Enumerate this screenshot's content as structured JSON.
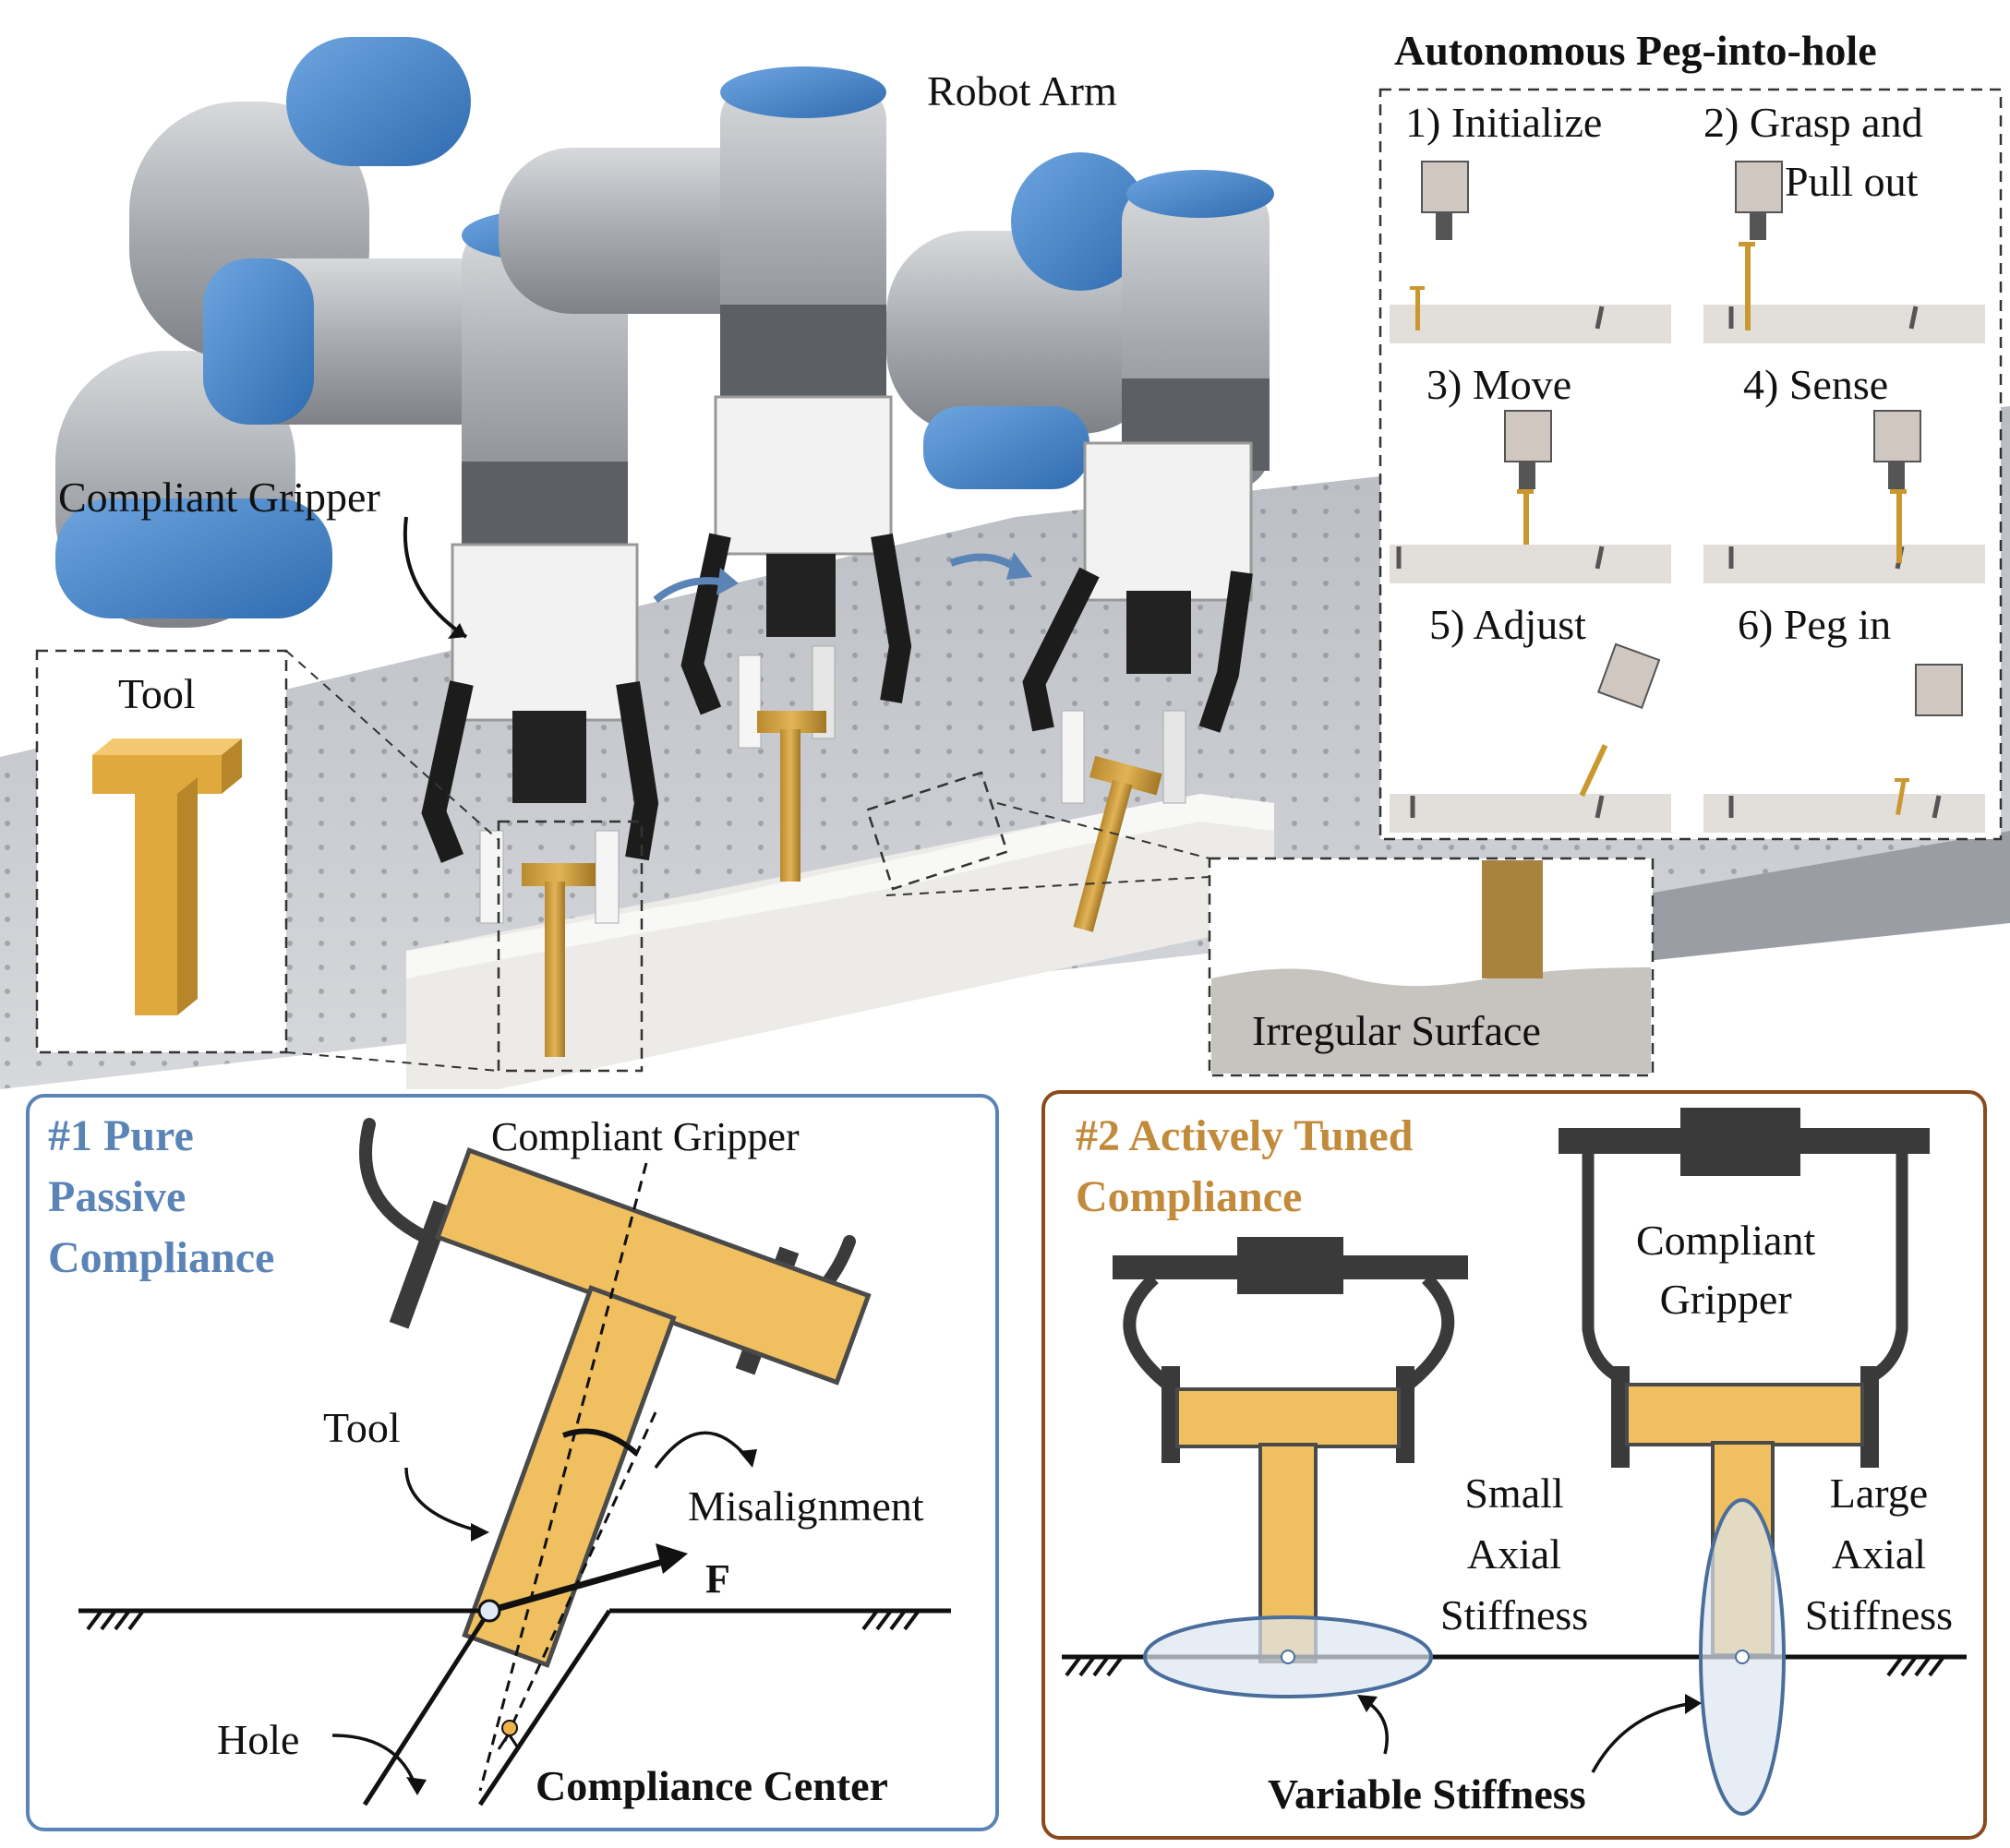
{
  "top": {
    "robot_arm_label": "Robot Arm",
    "compliant_gripper_label": "Compliant Gripper",
    "tool_label": "Tool",
    "irregular_surface_label": "Irregular Surface"
  },
  "process": {
    "title": "Autonomous Peg-into-hole",
    "steps": [
      {
        "label": "1) Initialize"
      },
      {
        "label": "2) Grasp and",
        "label2": "Pull out"
      },
      {
        "label": "3) Move"
      },
      {
        "label": "4) Sense"
      },
      {
        "label": "5) Adjust"
      },
      {
        "label": "6) Peg in"
      }
    ]
  },
  "panel1": {
    "title_line1": "#1 Pure",
    "title_line2": "Passive",
    "title_line3": "Compliance",
    "gripper_label": "Compliant Gripper",
    "tool_label": "Tool",
    "misalignment_label": "Misalignment",
    "force_label": "F",
    "hole_label": "Hole",
    "center_label": "Compliance Center"
  },
  "panel2": {
    "title_line1": "#2 Actively Tuned",
    "title_line2": "Compliance",
    "gripper_line1": "Compliant",
    "gripper_line2": "Gripper",
    "small_line1": "Small",
    "small_line2": "Axial",
    "small_line3": "Stiffness",
    "large_line1": "Large",
    "large_line2": "Axial",
    "large_line3": "Stiffness",
    "variable_label": "Variable Stiffness"
  },
  "colors": {
    "tool_gold": "#f0c060",
    "tool_outline": "#4a4a4a",
    "panel1_accent": "#5b84b6",
    "panel2_accent": "#c28a3b",
    "panel2_border": "#8a4a1e",
    "robot_blue": "#4a86c8",
    "robot_gray": "#a9adb2"
  }
}
